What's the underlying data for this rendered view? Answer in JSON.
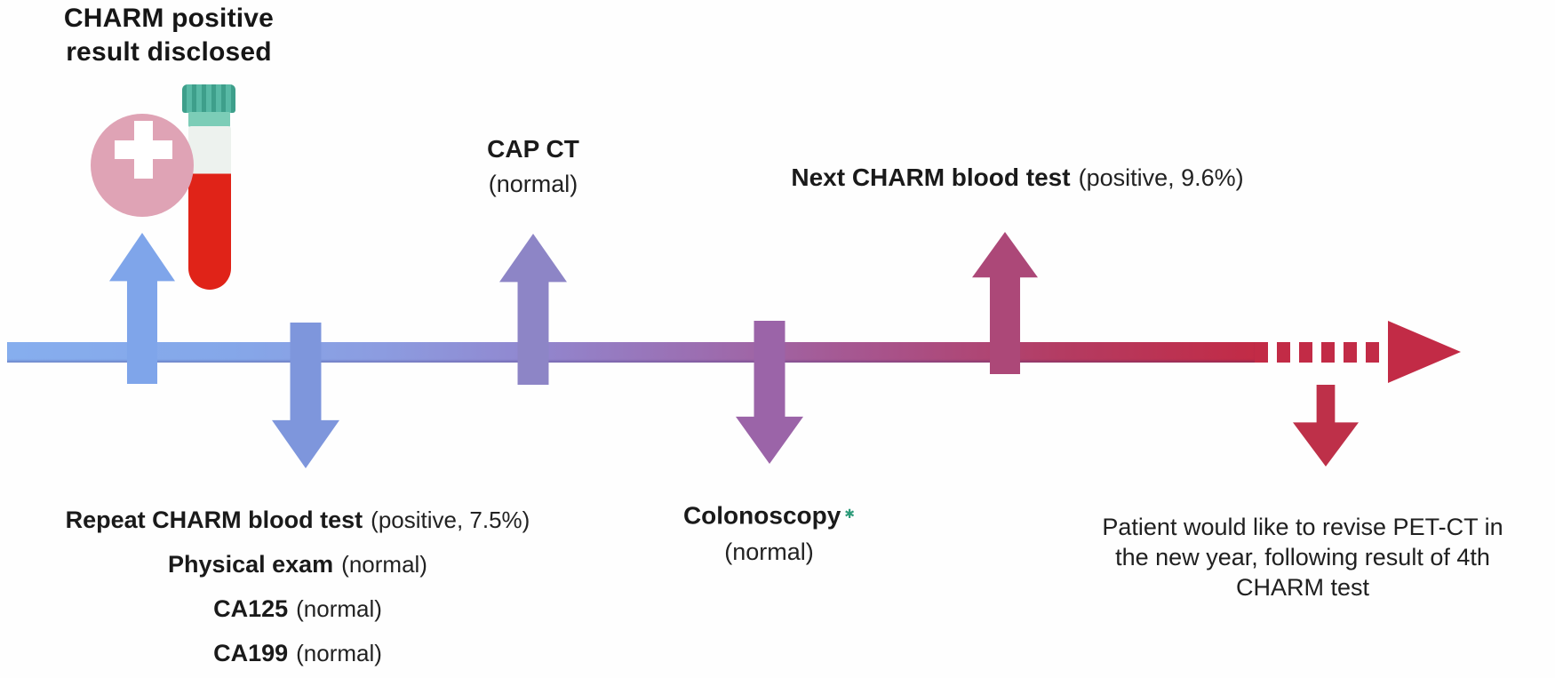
{
  "title": {
    "line1": "CHARM positive",
    "line2": "result disclosed"
  },
  "icons": {
    "positive_result": "plus-circle-icon",
    "blood_sample": "blood-tube-icon",
    "timeline_end": "arrow-right-icon",
    "footnote_marker": "asterisk-icon"
  },
  "events": {
    "cap_ct": {
      "name": "CAP CT",
      "result": "(normal)"
    },
    "next_charm": {
      "name": "Next CHARM blood test",
      "result": "(positive, 9.6%)"
    },
    "colonoscopy": {
      "name": "Colonoscopy",
      "marker": "✱",
      "result": "(normal)"
    },
    "repeat_panel": {
      "lines": [
        {
          "bold": "Repeat CHARM blood test",
          "normal": "(positive, 7.5%)"
        },
        {
          "bold": "Physical exam",
          "normal": "(normal)"
        },
        {
          "bold": "CA125",
          "normal": "(normal)"
        },
        {
          "bold": "CA199",
          "normal": "(normal)"
        }
      ]
    },
    "petct_note": {
      "lines": [
        "Patient would like to revise PET-CT in",
        "the new year, following result of 4th",
        "CHARM test"
      ]
    }
  },
  "colors": {
    "timeline_start": "#86aeee",
    "timeline_end": "#c22b46",
    "arrow_disclosed": "#7fa5ea",
    "arrow_repeat": "#7e96dc",
    "arrow_cap_ct": "#8d85c6",
    "arrow_colonoscopy": "#9b64a8",
    "arrow_next_charm": "#ac4878",
    "arrow_petct": "#be3049",
    "tube_cap_teal": "#47ae93",
    "tube_blood_red": "#e02318",
    "positive_circle_pink": "#dfa3b5",
    "marker_green": "#2e9b7a"
  }
}
